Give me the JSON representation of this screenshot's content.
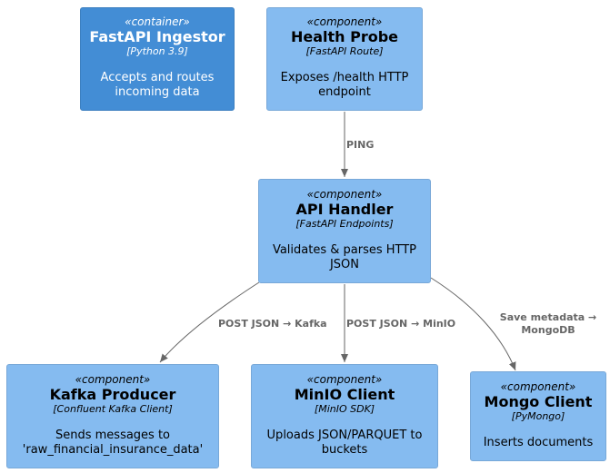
{
  "nodes": {
    "ingestor": {
      "stereotype": "«container»",
      "title": "FastAPI Ingestor",
      "tech": "[Python 3.9]",
      "desc": "Accepts and routes incoming data"
    },
    "health": {
      "stereotype": "«component»",
      "title": "Health Probe",
      "tech": "[FastAPI Route]",
      "desc": "Exposes /health HTTP endpoint"
    },
    "api": {
      "stereotype": "«component»",
      "title": "API Handler",
      "tech": "[FastAPI Endpoints]",
      "desc": "Validates & parses HTTP JSON"
    },
    "kafka": {
      "stereotype": "«component»",
      "title": "Kafka Producer",
      "tech": "[Confluent Kafka Client]",
      "desc": "Sends messages to 'raw_financial_insurance_data'"
    },
    "minio": {
      "stereotype": "«component»",
      "title": "MinIO Client",
      "tech": "[MinIO SDK]",
      "desc": "Uploads JSON/PARQUET to buckets"
    },
    "mongo": {
      "stereotype": "«component»",
      "title": "Mongo Client",
      "tech": "[PyMongo]",
      "desc": "Inserts documents"
    }
  },
  "edges": {
    "ping": "PING",
    "kafka": "POST JSON → Kafka",
    "minio": "POST JSON → MinIO",
    "mongo": "Save metadata → MongoDB"
  },
  "colors": {
    "container_fill": "#438dd5",
    "component_fill": "#85bbf0",
    "edge": "#666666"
  }
}
